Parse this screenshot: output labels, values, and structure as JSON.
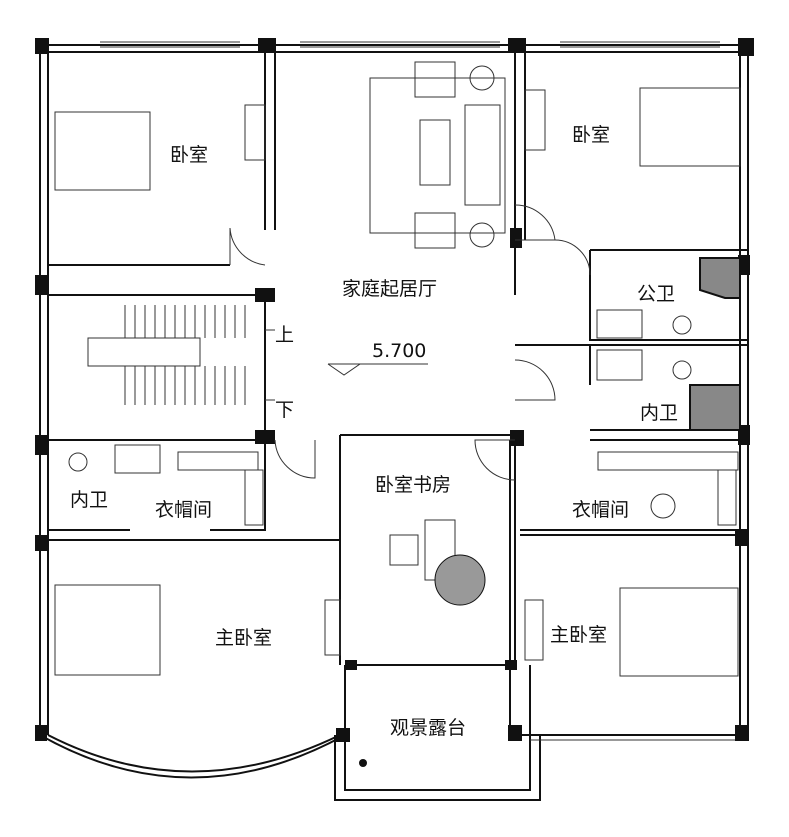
{
  "plan": {
    "rooms": {
      "bedroom_nw": "卧室",
      "bedroom_ne": "卧室",
      "family_room": "家庭起居厅",
      "public_bath": "公卫",
      "inner_bath_e": "内卫",
      "inner_bath_w": "内卫",
      "closet_w": "衣帽间",
      "closet_e": "衣帽间",
      "study": "卧室书房",
      "master_w": "主卧室",
      "master_e": "主卧室",
      "terrace": "观景露台"
    },
    "stairs": {
      "up": "上",
      "down": "下"
    },
    "elevation": "5.700"
  }
}
